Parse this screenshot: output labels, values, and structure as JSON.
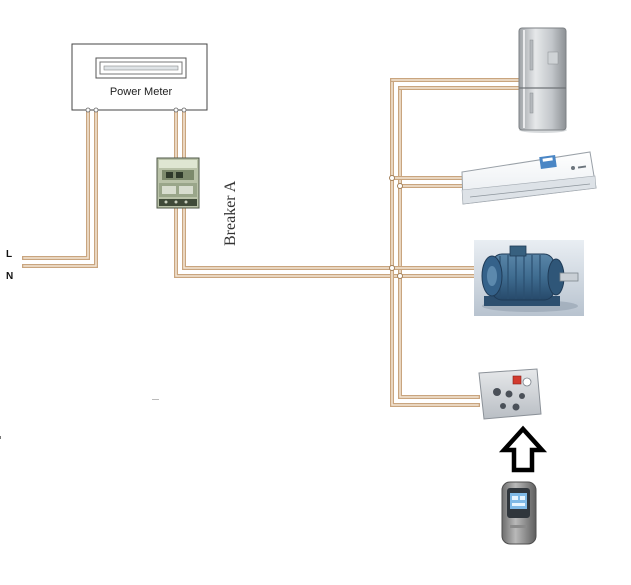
{
  "power_meter": {
    "label": "Power Meter"
  },
  "breaker": {
    "label": "Breaker A"
  },
  "supply": {
    "line_label": "L",
    "neutral_label": "N"
  },
  "appliances": [
    {
      "name": "refrigerator-icon"
    },
    {
      "name": "air-conditioner-icon"
    },
    {
      "name": "electric-motor-icon"
    },
    {
      "name": "wall-socket-icon"
    }
  ],
  "device": {
    "name": "plug-in-device-icon"
  },
  "arrow": {
    "direction": "up"
  },
  "colors": {
    "wire_outer": "#c9a57f",
    "wire_inner": "#f4e6d6",
    "stroke": "#555555",
    "arrow": "#000000"
  }
}
